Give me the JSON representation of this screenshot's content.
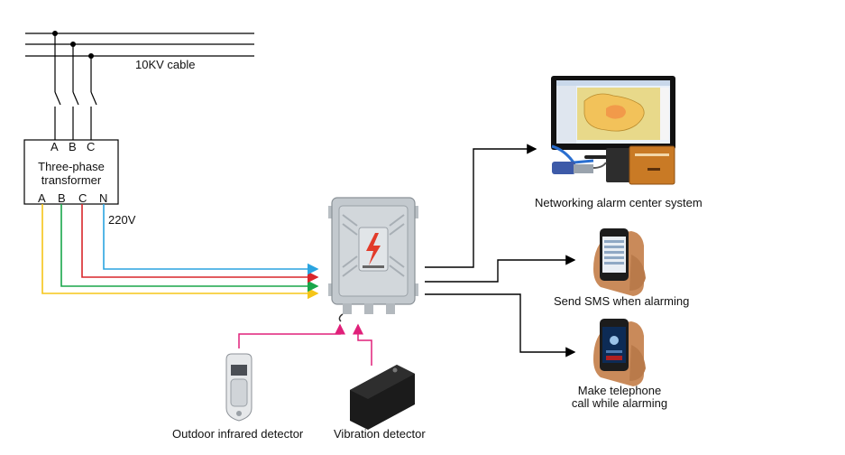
{
  "cable_label": "10KV cable",
  "transformer": {
    "inputs": [
      "A",
      "B",
      "C"
    ],
    "title_line1": "Three-phase",
    "title_line2": "transformer",
    "outputs": [
      "A",
      "B",
      "C",
      "N"
    ]
  },
  "voltage_label": "220V",
  "outputs": {
    "network_center": "Networking alarm center system",
    "sms": "Send SMS when alarming",
    "call_line1": "Make telephone",
    "call_line2": "call while alarming"
  },
  "detectors": {
    "infrared": "Outdoor infrared detector",
    "vibration": "Vibration detector"
  },
  "colors": {
    "phase_a": "#f5c518",
    "phase_b": "#18a64a",
    "phase_c": "#d9262b",
    "neutral": "#2aa4e0",
    "detector_wire": "#e0207a",
    "line": "#000000"
  }
}
